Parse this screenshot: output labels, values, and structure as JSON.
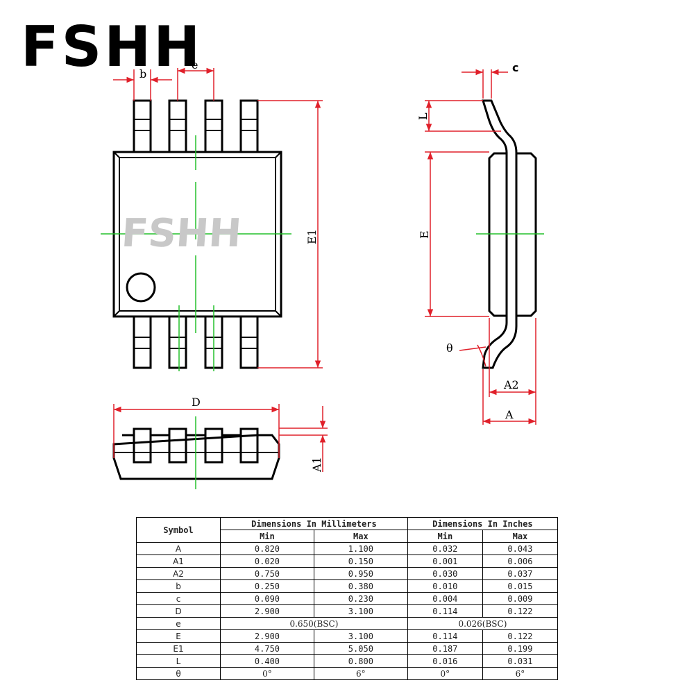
{
  "brand": {
    "logo_text": "FSHH",
    "watermark_text": "FSHH"
  },
  "diagram_labels": {
    "b": "b",
    "e": "e",
    "c": "c",
    "L": "L",
    "E": "E",
    "E1": "E1",
    "theta": "θ",
    "A2": "A2",
    "A": "A",
    "D": "D",
    "A1": "A1"
  },
  "table": {
    "symbol_header": "Symbol",
    "group_mm": "Dimensions In Millimeters",
    "group_in": "Dimensions In Inches",
    "min": "Min",
    "max": "Max",
    "rows": [
      {
        "symbol": "A",
        "mm_min": "0.820",
        "mm_max": "1.100",
        "in_min": "0.032",
        "in_max": "0.043"
      },
      {
        "symbol": "A1",
        "mm_min": "0.020",
        "mm_max": "0.150",
        "in_min": "0.001",
        "in_max": "0.006"
      },
      {
        "symbol": "A2",
        "mm_min": "0.750",
        "mm_max": "0.950",
        "in_min": "0.030",
        "in_max": "0.037"
      },
      {
        "symbol": "b",
        "mm_min": "0.250",
        "mm_max": "0.380",
        "in_min": "0.010",
        "in_max": "0.015"
      },
      {
        "symbol": "c",
        "mm_min": "0.090",
        "mm_max": "0.230",
        "in_min": "0.004",
        "in_max": "0.009"
      },
      {
        "symbol": "D",
        "mm_min": "2.900",
        "mm_max": "3.100",
        "in_min": "0.114",
        "in_max": "0.122"
      },
      {
        "symbol": "e",
        "mm_bsc": "0.650(BSC)",
        "in_bsc": "0.026(BSC)"
      },
      {
        "symbol": "E",
        "mm_min": "2.900",
        "mm_max": "3.100",
        "in_min": "0.114",
        "in_max": "0.122"
      },
      {
        "symbol": "E1",
        "mm_min": "4.750",
        "mm_max": "5.050",
        "in_min": "0.187",
        "in_max": "0.199"
      },
      {
        "symbol": "L",
        "mm_min": "0.400",
        "mm_max": "0.800",
        "in_min": "0.016",
        "in_max": "0.031"
      },
      {
        "symbol": "θ",
        "mm_min": "0°",
        "mm_max": "6°",
        "in_min": "0°",
        "in_max": "6°"
      }
    ]
  },
  "colors": {
    "outline": "#000000",
    "dimension": "#e0202a",
    "centerline": "#22c02a",
    "watermark": "#c8c8c8"
  }
}
